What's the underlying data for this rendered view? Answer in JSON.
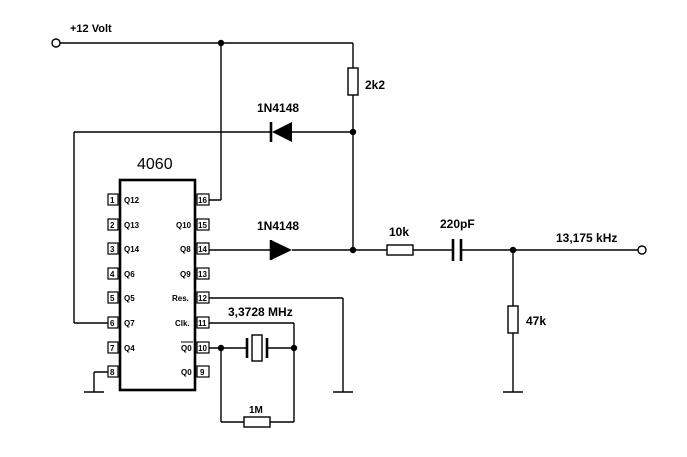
{
  "supply_label": "+12 Volt",
  "chip": {
    "name": "4060",
    "left_pins": [
      {
        "num": "1",
        "label": "Q12"
      },
      {
        "num": "2",
        "label": "Q13"
      },
      {
        "num": "3",
        "label": "Q14"
      },
      {
        "num": "4",
        "label": "Q6"
      },
      {
        "num": "5",
        "label": "Q5"
      },
      {
        "num": "6",
        "label": "Q7"
      },
      {
        "num": "7",
        "label": "Q4"
      },
      {
        "num": "8",
        "label": ""
      }
    ],
    "right_pins": [
      {
        "num": "16",
        "label": ""
      },
      {
        "num": "15",
        "label": "Q10"
      },
      {
        "num": "14",
        "label": "Q8"
      },
      {
        "num": "13",
        "label": "Q9"
      },
      {
        "num": "12",
        "label": "Res."
      },
      {
        "num": "11",
        "label": "Clk."
      },
      {
        "num": "10",
        "label": "Q0"
      },
      {
        "num": "9",
        "label": "Q0"
      }
    ]
  },
  "components": {
    "r_pullup": "2k2",
    "diode_top": "1N4148",
    "diode_bottom": "1N4148",
    "r_series": "10k",
    "cap": "220pF",
    "r_shunt": "47k",
    "crystal": "3,3728 MHz",
    "r_feedback": "1M"
  },
  "output_label": "13,175  kHz"
}
